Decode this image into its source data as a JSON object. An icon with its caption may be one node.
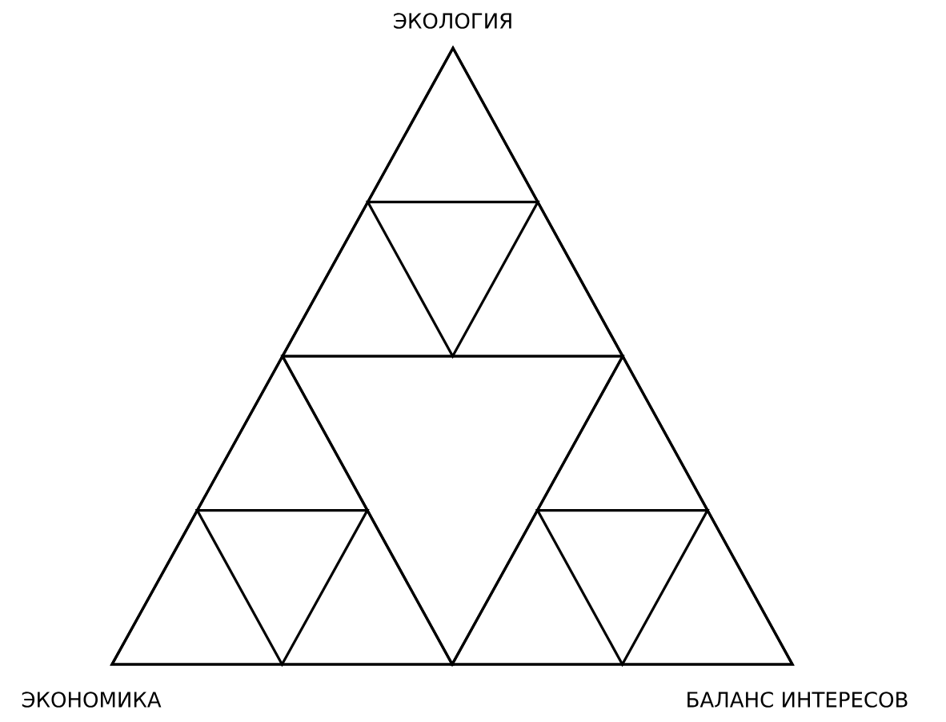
{
  "diagram": {
    "labels": [
      "ЭКОЛОГИЯ",
      "ЭКОНОМИКА",
      "БАЛАНС ИНТЕРЕСОВ"
    ]
  }
}
